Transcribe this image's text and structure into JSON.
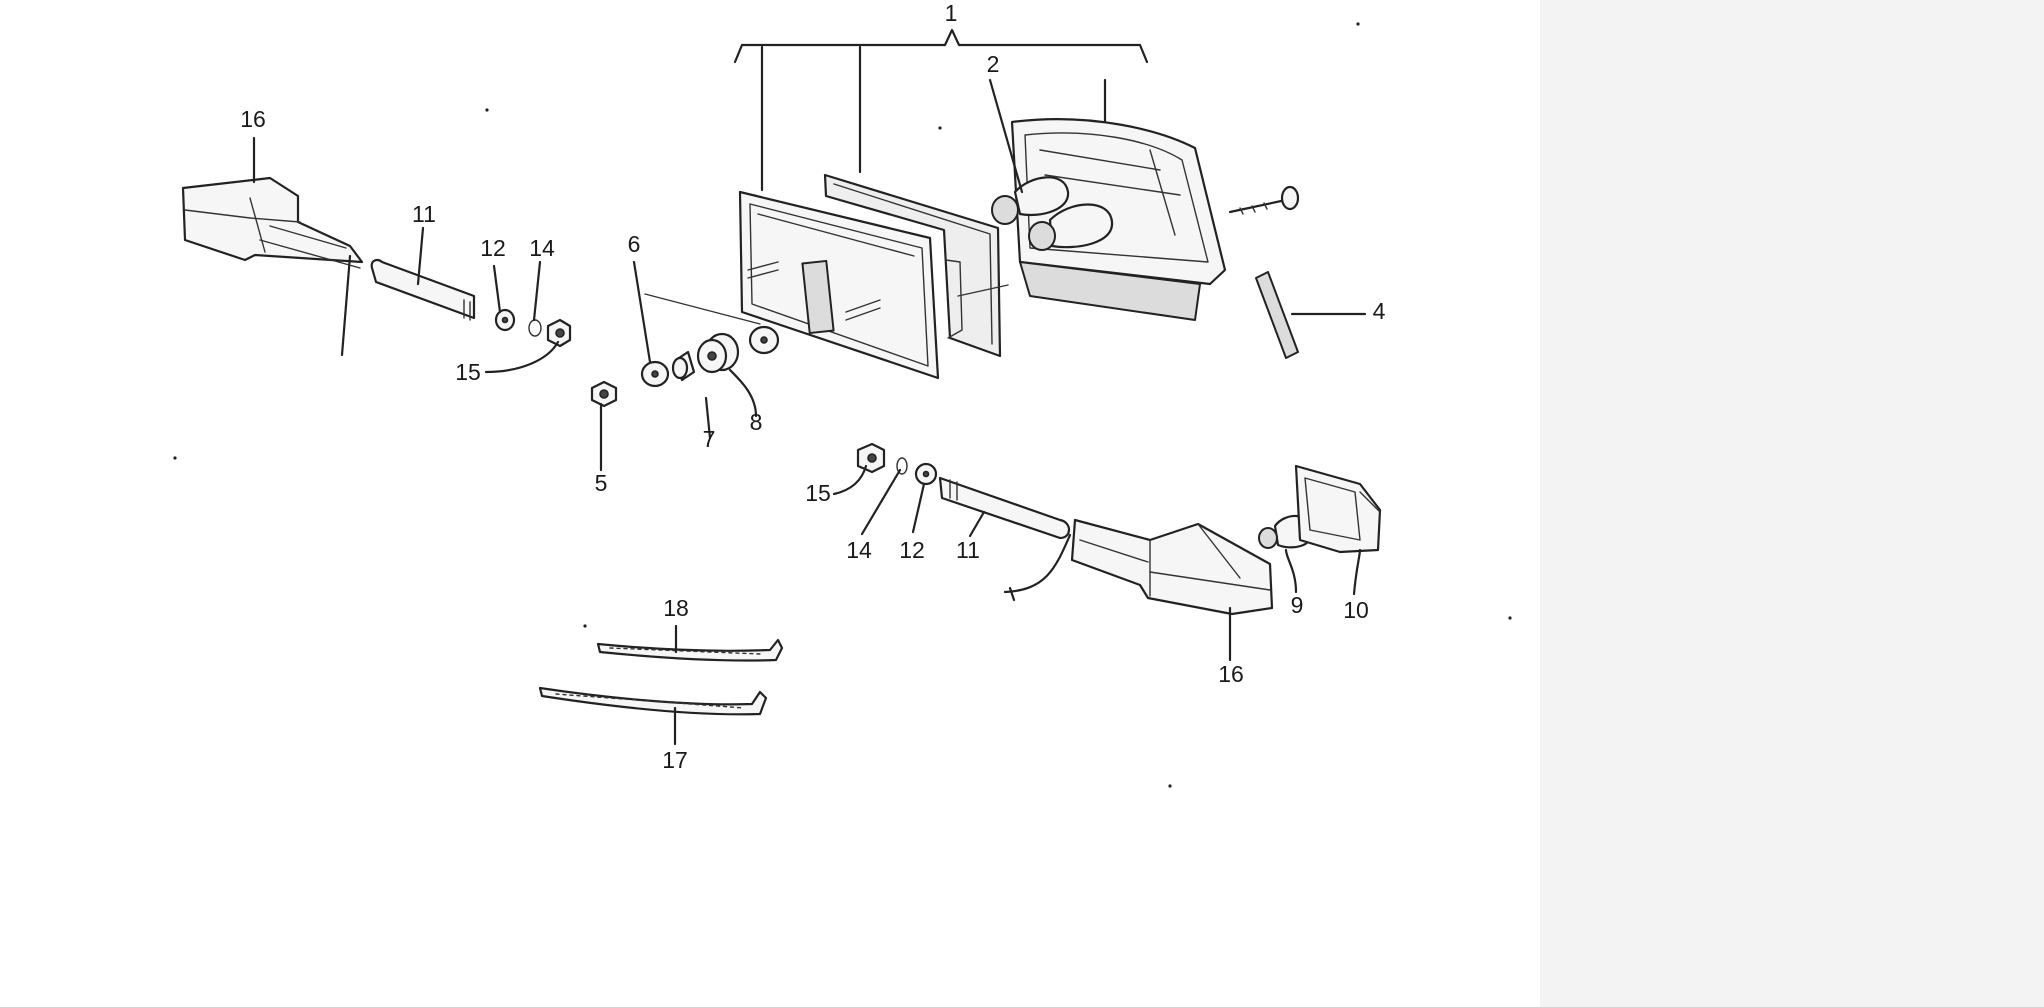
{
  "diagram": {
    "callouts": [
      {
        "id": "c1",
        "text": "1"
      },
      {
        "id": "c2",
        "text": "2"
      },
      {
        "id": "c4",
        "text": "4"
      },
      {
        "id": "c5",
        "text": "5"
      },
      {
        "id": "c6",
        "text": "6"
      },
      {
        "id": "c7",
        "text": "7"
      },
      {
        "id": "c8",
        "text": "8"
      },
      {
        "id": "c9",
        "text": "9"
      },
      {
        "id": "c10",
        "text": "10"
      },
      {
        "id": "c11a",
        "text": "11"
      },
      {
        "id": "c11b",
        "text": "11"
      },
      {
        "id": "c12a",
        "text": "12"
      },
      {
        "id": "c12b",
        "text": "12"
      },
      {
        "id": "c14a",
        "text": "14"
      },
      {
        "id": "c14b",
        "text": "14"
      },
      {
        "id": "c15a",
        "text": "15"
      },
      {
        "id": "c15b",
        "text": "15"
      },
      {
        "id": "c16a",
        "text": "16"
      },
      {
        "id": "c16b",
        "text": "16"
      },
      {
        "id": "c17",
        "text": "17"
      },
      {
        "id": "c18",
        "text": "18"
      }
    ]
  }
}
